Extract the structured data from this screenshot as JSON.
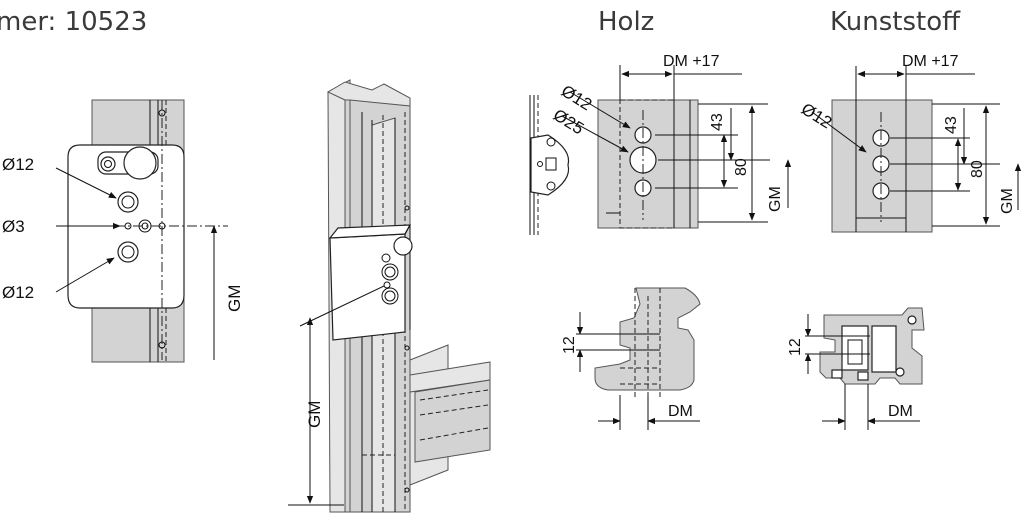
{
  "header": {
    "article_number": "mer: 10523",
    "holz": "Holz",
    "kunststoff": "Kunststoff"
  },
  "labels": {
    "d12_top": "Ø12",
    "d3": "Ø3",
    "d12_bottom": "Ø12",
    "gm_left": "GM",
    "gm_mid": "GM",
    "holz_d12": "Ø12",
    "holz_d25": "Ø25",
    "holz_dm17": "DM +17",
    "holz_43": "43",
    "holz_80": "80",
    "holz_gm": "GM",
    "kst_d12": "Ø12",
    "kst_dm17": "DM +17",
    "kst_43": "43",
    "kst_80": "80",
    "kst_gm": "GM",
    "holz_12": "12",
    "holz_dm": "DM",
    "kst_12": "12",
    "kst_dm": "DM"
  },
  "colors": {
    "part_fill": "#d3d3d3",
    "light_fill": "#e6e6e6",
    "line": "#111111"
  }
}
